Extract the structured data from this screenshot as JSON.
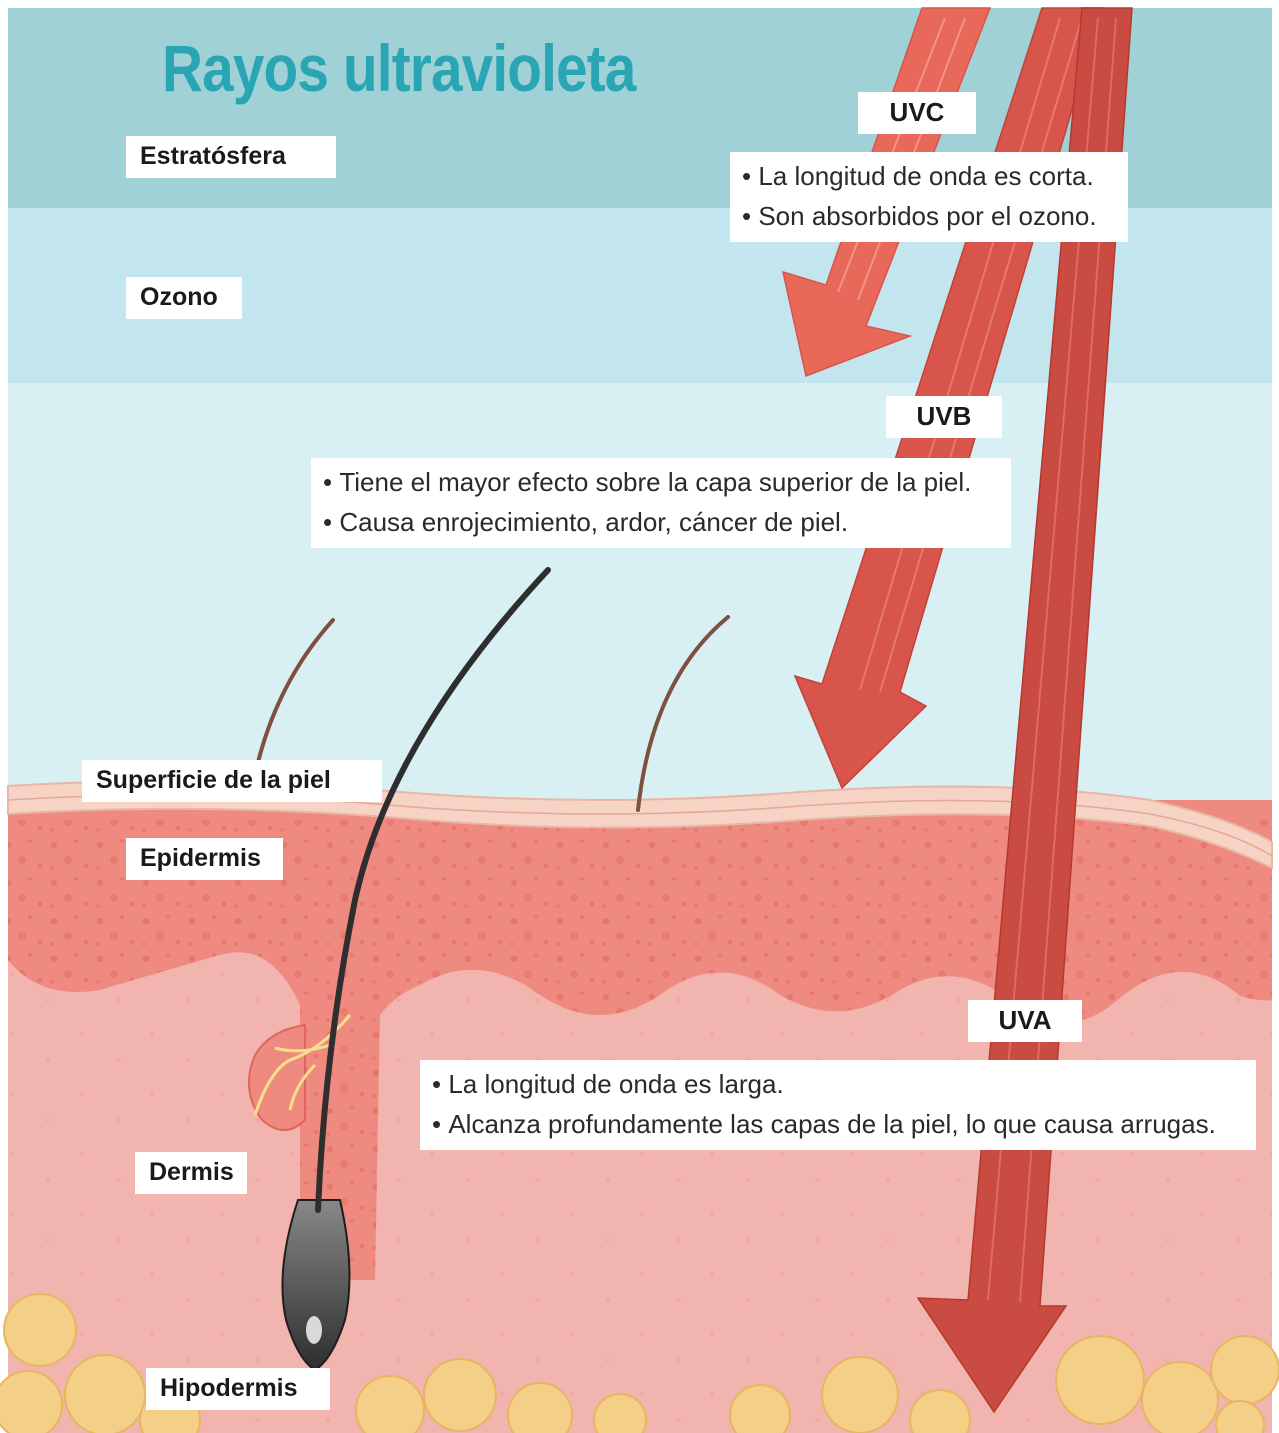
{
  "title": "Rayos ultravioleta",
  "layers": {
    "stratosphere": "Estratósfera",
    "ozone": "Ozono",
    "skin_surface": "Superficie de la piel",
    "epidermis": "Epidermis",
    "dermis": "Dermis",
    "hypodermis": "Hipodermis"
  },
  "rays": {
    "uvc": {
      "name": "UVC",
      "lines": [
        "La longitud de onda es corta.",
        "Son absorbidos por el ozono."
      ]
    },
    "uvb": {
      "name": "UVB",
      "lines": [
        "Tiene el mayor efecto sobre la capa superior de la piel.",
        "Causa enrojecimiento, ardor, cáncer de piel."
      ]
    },
    "uva": {
      "name": "UVA",
      "lines": [
        "La longitud de onda es larga.",
        "Alcanza profundamente las capas de la piel, lo que causa arrugas."
      ]
    }
  },
  "colors": {
    "title": "#2aa5b3",
    "stratosphere": "#9fd1d6",
    "ozone": "#c3e6ee",
    "air": "#d6eef3",
    "epidermis": "#ef8a80",
    "dermis": "#f2b4ae",
    "fat": "#f3cf87",
    "uvc_arrow": "#e8685a",
    "uvb_arrow": "#d7554b",
    "uva_arrow": "#c94b42"
  }
}
